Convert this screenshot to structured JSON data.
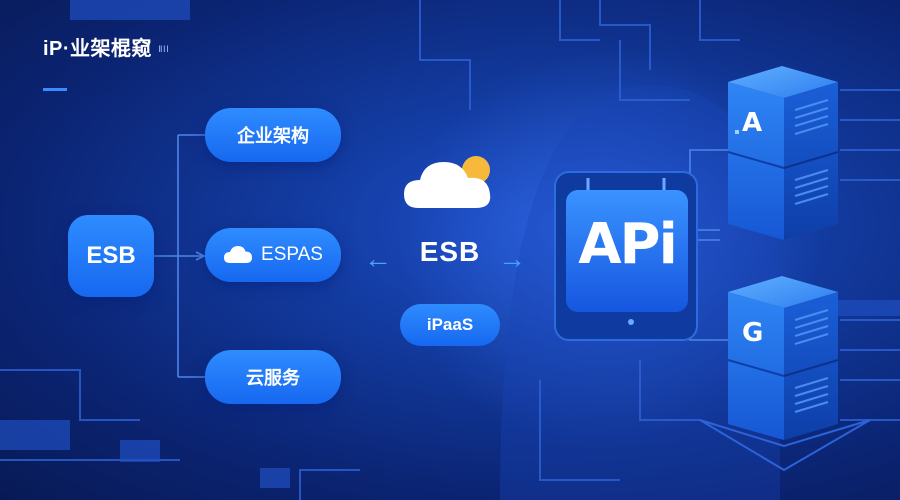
{
  "brand": {
    "title": "iP·业架棍窥",
    "subtitle": "ⅡⅠⅠ"
  },
  "left": {
    "esb_label": "ESB"
  },
  "nodes": [
    {
      "label": "企业架构",
      "icon": ""
    },
    {
      "label": "ESPAS",
      "icon": "cloud-icon"
    },
    {
      "label": "云服务",
      "icon": ""
    }
  ],
  "center": {
    "label": "ESB",
    "badge": "iPaaS",
    "icon": "cloud-sun-icon"
  },
  "api": {
    "label": "APi",
    "icon": "api-chip-icon"
  },
  "servers": [
    {
      "label": "A"
    },
    {
      "label": "G"
    }
  ],
  "colors": {
    "accent": "#2f8cff",
    "background": "#0b2473",
    "arrow": "#45a3ff"
  }
}
